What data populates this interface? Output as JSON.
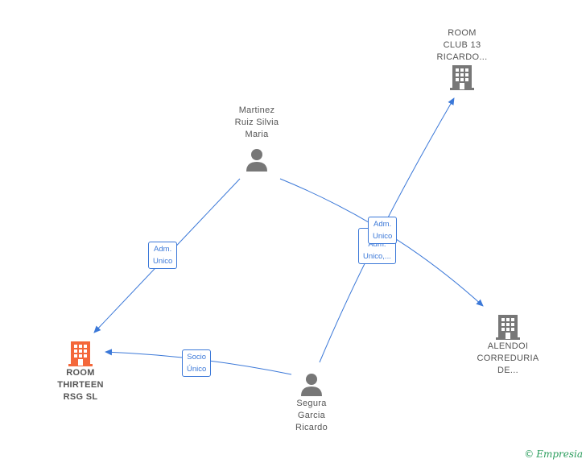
{
  "nodes": {
    "room_club": {
      "label": "ROOM\nCLUB 13\nRICARDO...",
      "type": "company"
    },
    "martinez": {
      "label": "Martinez\nRuiz Silvia\nMaria",
      "type": "person"
    },
    "room_thirteen": {
      "label": "ROOM\nTHIRTEEN\nRSG  SL",
      "type": "company-primary"
    },
    "alendoi": {
      "label": "ALENDOI\nCORREDURIA\nDE...",
      "type": "company"
    },
    "segura": {
      "label": "Segura\nGarcia\nRicardo",
      "type": "person"
    }
  },
  "edges": {
    "martinez_thirteen": "Adm.\nUnico",
    "segura_thirteen": "Socio\nÚnico",
    "segura_club": "Adm.\nUnico",
    "martinez_alendoi": "Adm.\nUnico,..."
  },
  "colors": {
    "edge": "#3b78d8",
    "icon_gray": "#777777",
    "primary": "#f4673a",
    "brand": "#2a9d5c"
  },
  "icons": {
    "company": "building-icon",
    "person": "person-icon"
  },
  "brand": {
    "copyright": "©",
    "name": "Empresia"
  }
}
